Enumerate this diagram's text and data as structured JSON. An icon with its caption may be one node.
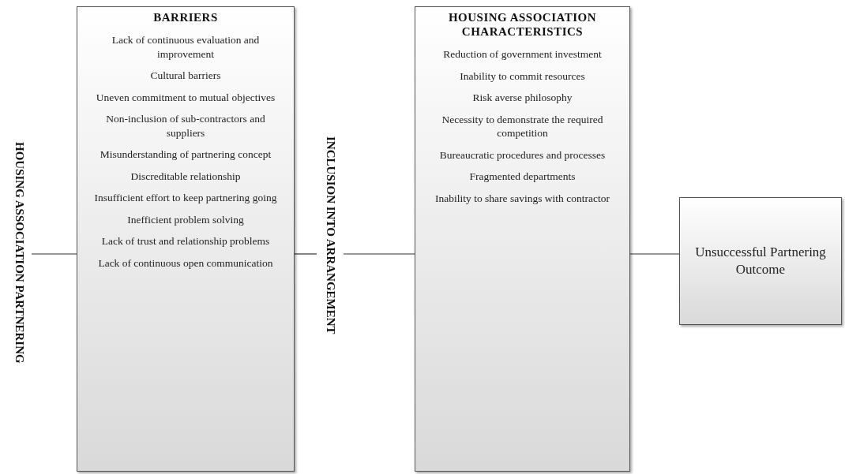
{
  "diagram": {
    "nodes": [
      {
        "text": [
          "HOUSING ASSOCIATION PARTNERING"
        ]
      },
      {
        "text": [
          "BARRIERS",
          "Lack of continuous evaluation and improvement",
          "Cultural barriers",
          "Uneven commitment to mutual objectives",
          "Non-inclusion of sub-contractors and suppliers",
          "Misunderstanding of partnering concept",
          "Discreditable relationship",
          "Insufficient effort to keep partnering going",
          "Inefficient problem solving",
          "Lack of trust and relationship problems",
          "Lack of continuous open communication"
        ]
      },
      {
        "text": [
          "INCLUSION INTO ARRANGEMENT"
        ]
      },
      {
        "text": [
          "HOUSING ASSOCIATION CHARACTERISTICS",
          "Reduction of government investment",
          "Inability to commit resources",
          "Risk averse philosophy",
          "Necessity to demonstrate the required competition",
          "Bureaucratic procedures and processes",
          "Fragmented departments",
          "Inability to share savings with contractor"
        ]
      },
      {
        "text": [
          "Unsuccessful Partnering Outcome"
        ]
      }
    ],
    "edges": [
      {
        "from": 0,
        "to": 1,
        "arrow": "none"
      },
      {
        "from": 1,
        "to": 2,
        "arrow": "none"
      },
      {
        "from": 2,
        "to": 3,
        "arrow": "none"
      },
      {
        "from": 3,
        "to": 4,
        "arrow": "none"
      }
    ]
  }
}
